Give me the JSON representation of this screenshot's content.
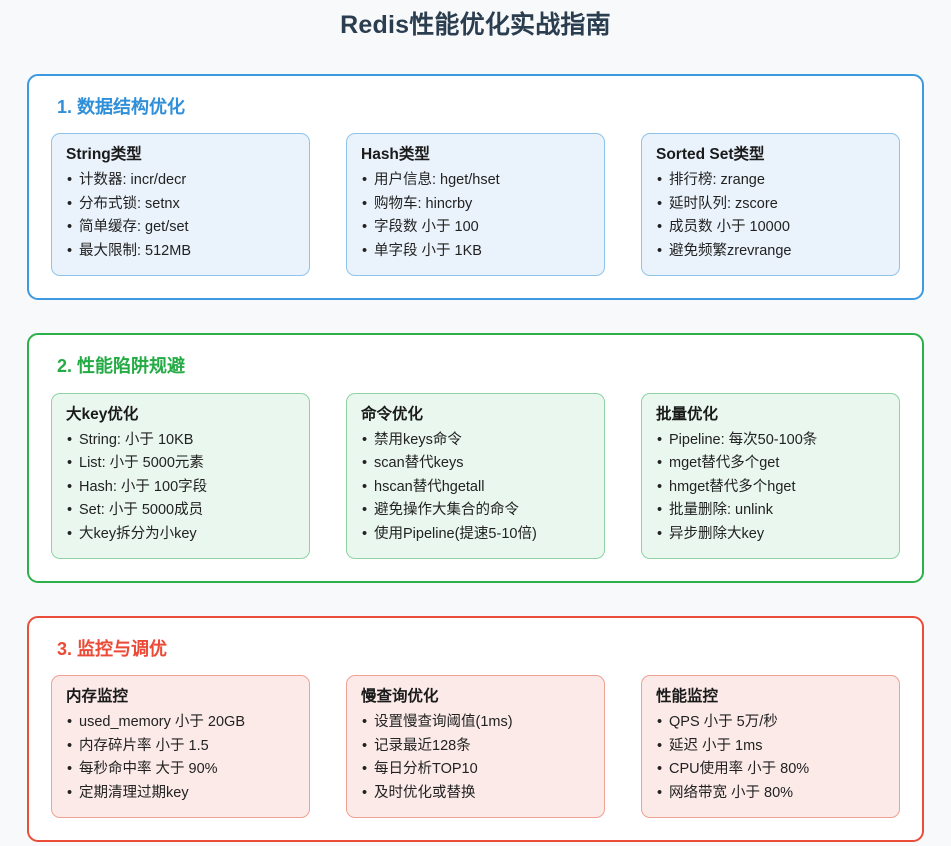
{
  "page": {
    "title": "Redis性能优化实战指南",
    "background_color": "#f7f9fb",
    "title_color": "#2b3e50"
  },
  "sections": [
    {
      "id": "data-structure-optimization",
      "title": "1. 数据结构优化",
      "accent_color": "#3d9ae0",
      "card_border_color": "#8fc4ea",
      "card_background_color": "#eaf2fb",
      "cards": [
        {
          "id": "string-type",
          "title": "String类型",
          "items": [
            "计数器: incr/decr",
            "分布式锁: setnx",
            "简单缓存: get/set",
            "最大限制: 512MB"
          ]
        },
        {
          "id": "hash-type",
          "title": "Hash类型",
          "items": [
            "用户信息: hget/hset",
            "购物车: hincrby",
            "字段数 小于 100",
            "单字段 小于 1KB"
          ]
        },
        {
          "id": "sorted-set-type",
          "title": "Sorted Set类型",
          "items": [
            "排行榜: zrange",
            "延时队列: zscore",
            "成员数 小于 10000",
            "避免频繁zrevrange"
          ]
        }
      ]
    },
    {
      "id": "performance-pitfalls",
      "title": "2. 性能陷阱规避",
      "accent_color": "#2cb14a",
      "card_border_color": "#8fd3a2",
      "card_background_color": "#e9f7ee",
      "cards": [
        {
          "id": "big-key-optimization",
          "title": "大key优化",
          "items": [
            "String: 小于 10KB",
            "List: 小于 5000元素",
            "Hash: 小于 100字段",
            "Set: 小于 5000成员",
            "大key拆分为小key"
          ]
        },
        {
          "id": "command-optimization",
          "title": "命令优化",
          "items": [
            "禁用keys命令",
            "scan替代keys",
            "hscan替代hgetall",
            "避免操作大集合的命令",
            "使用Pipeline(提速5-10倍)"
          ]
        },
        {
          "id": "batch-optimization",
          "title": "批量优化",
          "items": [
            "Pipeline: 每次50-100条",
            "mget替代多个get",
            "hmget替代多个hget",
            "批量删除: unlink",
            "异步删除大key"
          ]
        }
      ]
    },
    {
      "id": "monitoring-and-tuning",
      "title": "3. 监控与调优",
      "accent_color": "#ea4d3a",
      "card_border_color": "#efa193",
      "card_background_color": "#fbeae8",
      "cards": [
        {
          "id": "memory-monitoring",
          "title": "内存监控",
          "items": [
            "used_memory 小于 20GB",
            "内存碎片率 小于 1.5",
            "每秒命中率 大于 90%",
            "定期清理过期key"
          ]
        },
        {
          "id": "slow-query-optimization",
          "title": "慢查询优化",
          "items": [
            "设置慢查询阈值(1ms)",
            "记录最近128条",
            "每日分析TOP10",
            "及时优化或替换"
          ]
        },
        {
          "id": "performance-monitoring",
          "title": "性能监控",
          "items": [
            "QPS 小于 5万/秒",
            "延迟 小于 1ms",
            "CPU使用率 小于 80%",
            "网络带宽 小于 80%"
          ]
        }
      ]
    }
  ]
}
